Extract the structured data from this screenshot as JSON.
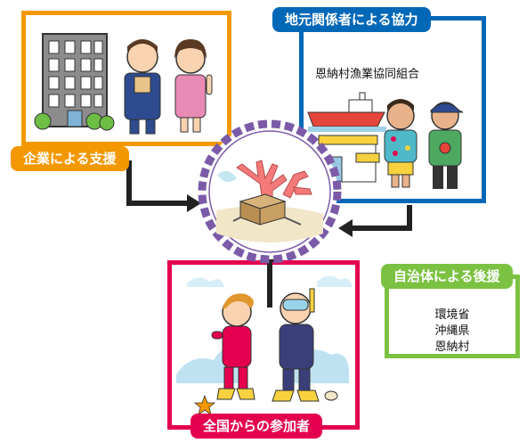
{
  "corporate": {
    "label": "企業による支援",
    "color": "#F39800"
  },
  "local": {
    "label": "地元関係者による協力",
    "org": "恩納村漁業協同組合",
    "color": "#0068B7"
  },
  "government": {
    "label": "自治体による後援",
    "lines": [
      "環境省",
      "沖縄県",
      "恩納村"
    ],
    "color": "#7CC242"
  },
  "participants": {
    "label": "全国からの参加者",
    "color": "#E5004F"
  },
  "center": {
    "ring_color": "#7B5BA8"
  }
}
